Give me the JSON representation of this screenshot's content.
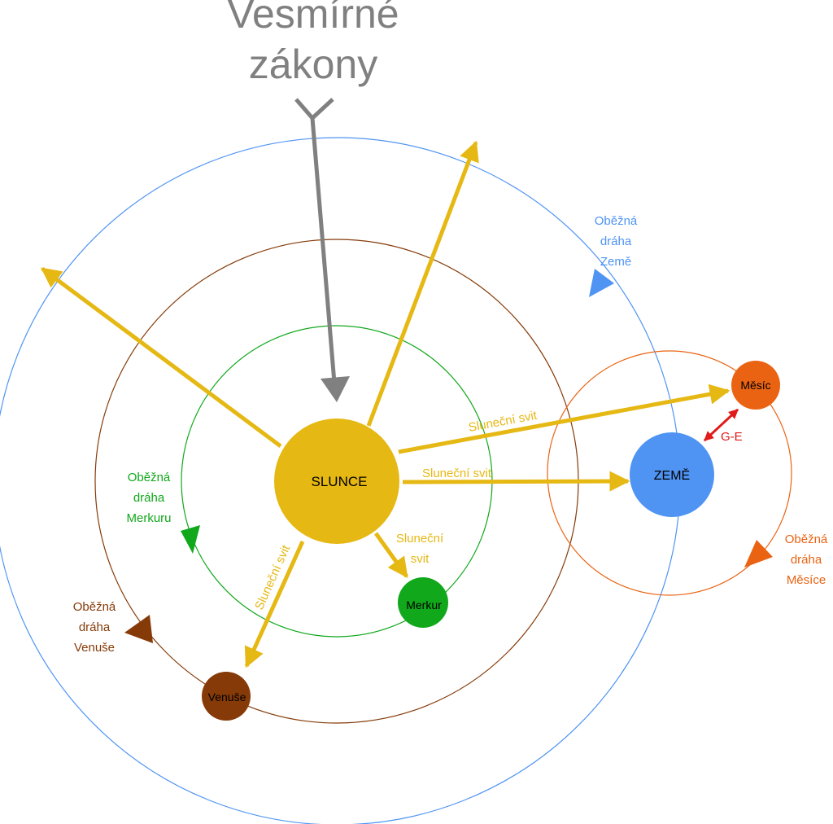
{
  "title": {
    "line1": "Vesmírné",
    "line2": "zákony"
  },
  "bodies": {
    "sun": "SLUNCE",
    "earth": "ZEMĚ",
    "moon": "Měsíc",
    "mercury": "Merkur",
    "venus": "Venuše"
  },
  "orbits": {
    "earth": [
      "Oběžná",
      "dráha",
      "Země"
    ],
    "mercury": [
      "Oběžná",
      "dráha",
      "Merkuru"
    ],
    "venus": [
      "Oběžná",
      "dráha",
      "Venuše"
    ],
    "moon": [
      "Oběžná",
      "dráha",
      "Měsíce"
    ]
  },
  "rays": {
    "to_moon": "Sluneční svit",
    "to_earth": "Sluneční svit",
    "to_mercury": [
      "Sluneční",
      "svit"
    ],
    "to_venus": "Sluneční svit"
  },
  "gravity_label": "G-E",
  "colors": {
    "sun": "#e6b813",
    "earth": "#4f94f3",
    "moon": "#ea6312",
    "mercury": "#11a81b",
    "venus": "#853a08",
    "arrow_gray": "#808080",
    "gravity": "#e11a1a"
  }
}
